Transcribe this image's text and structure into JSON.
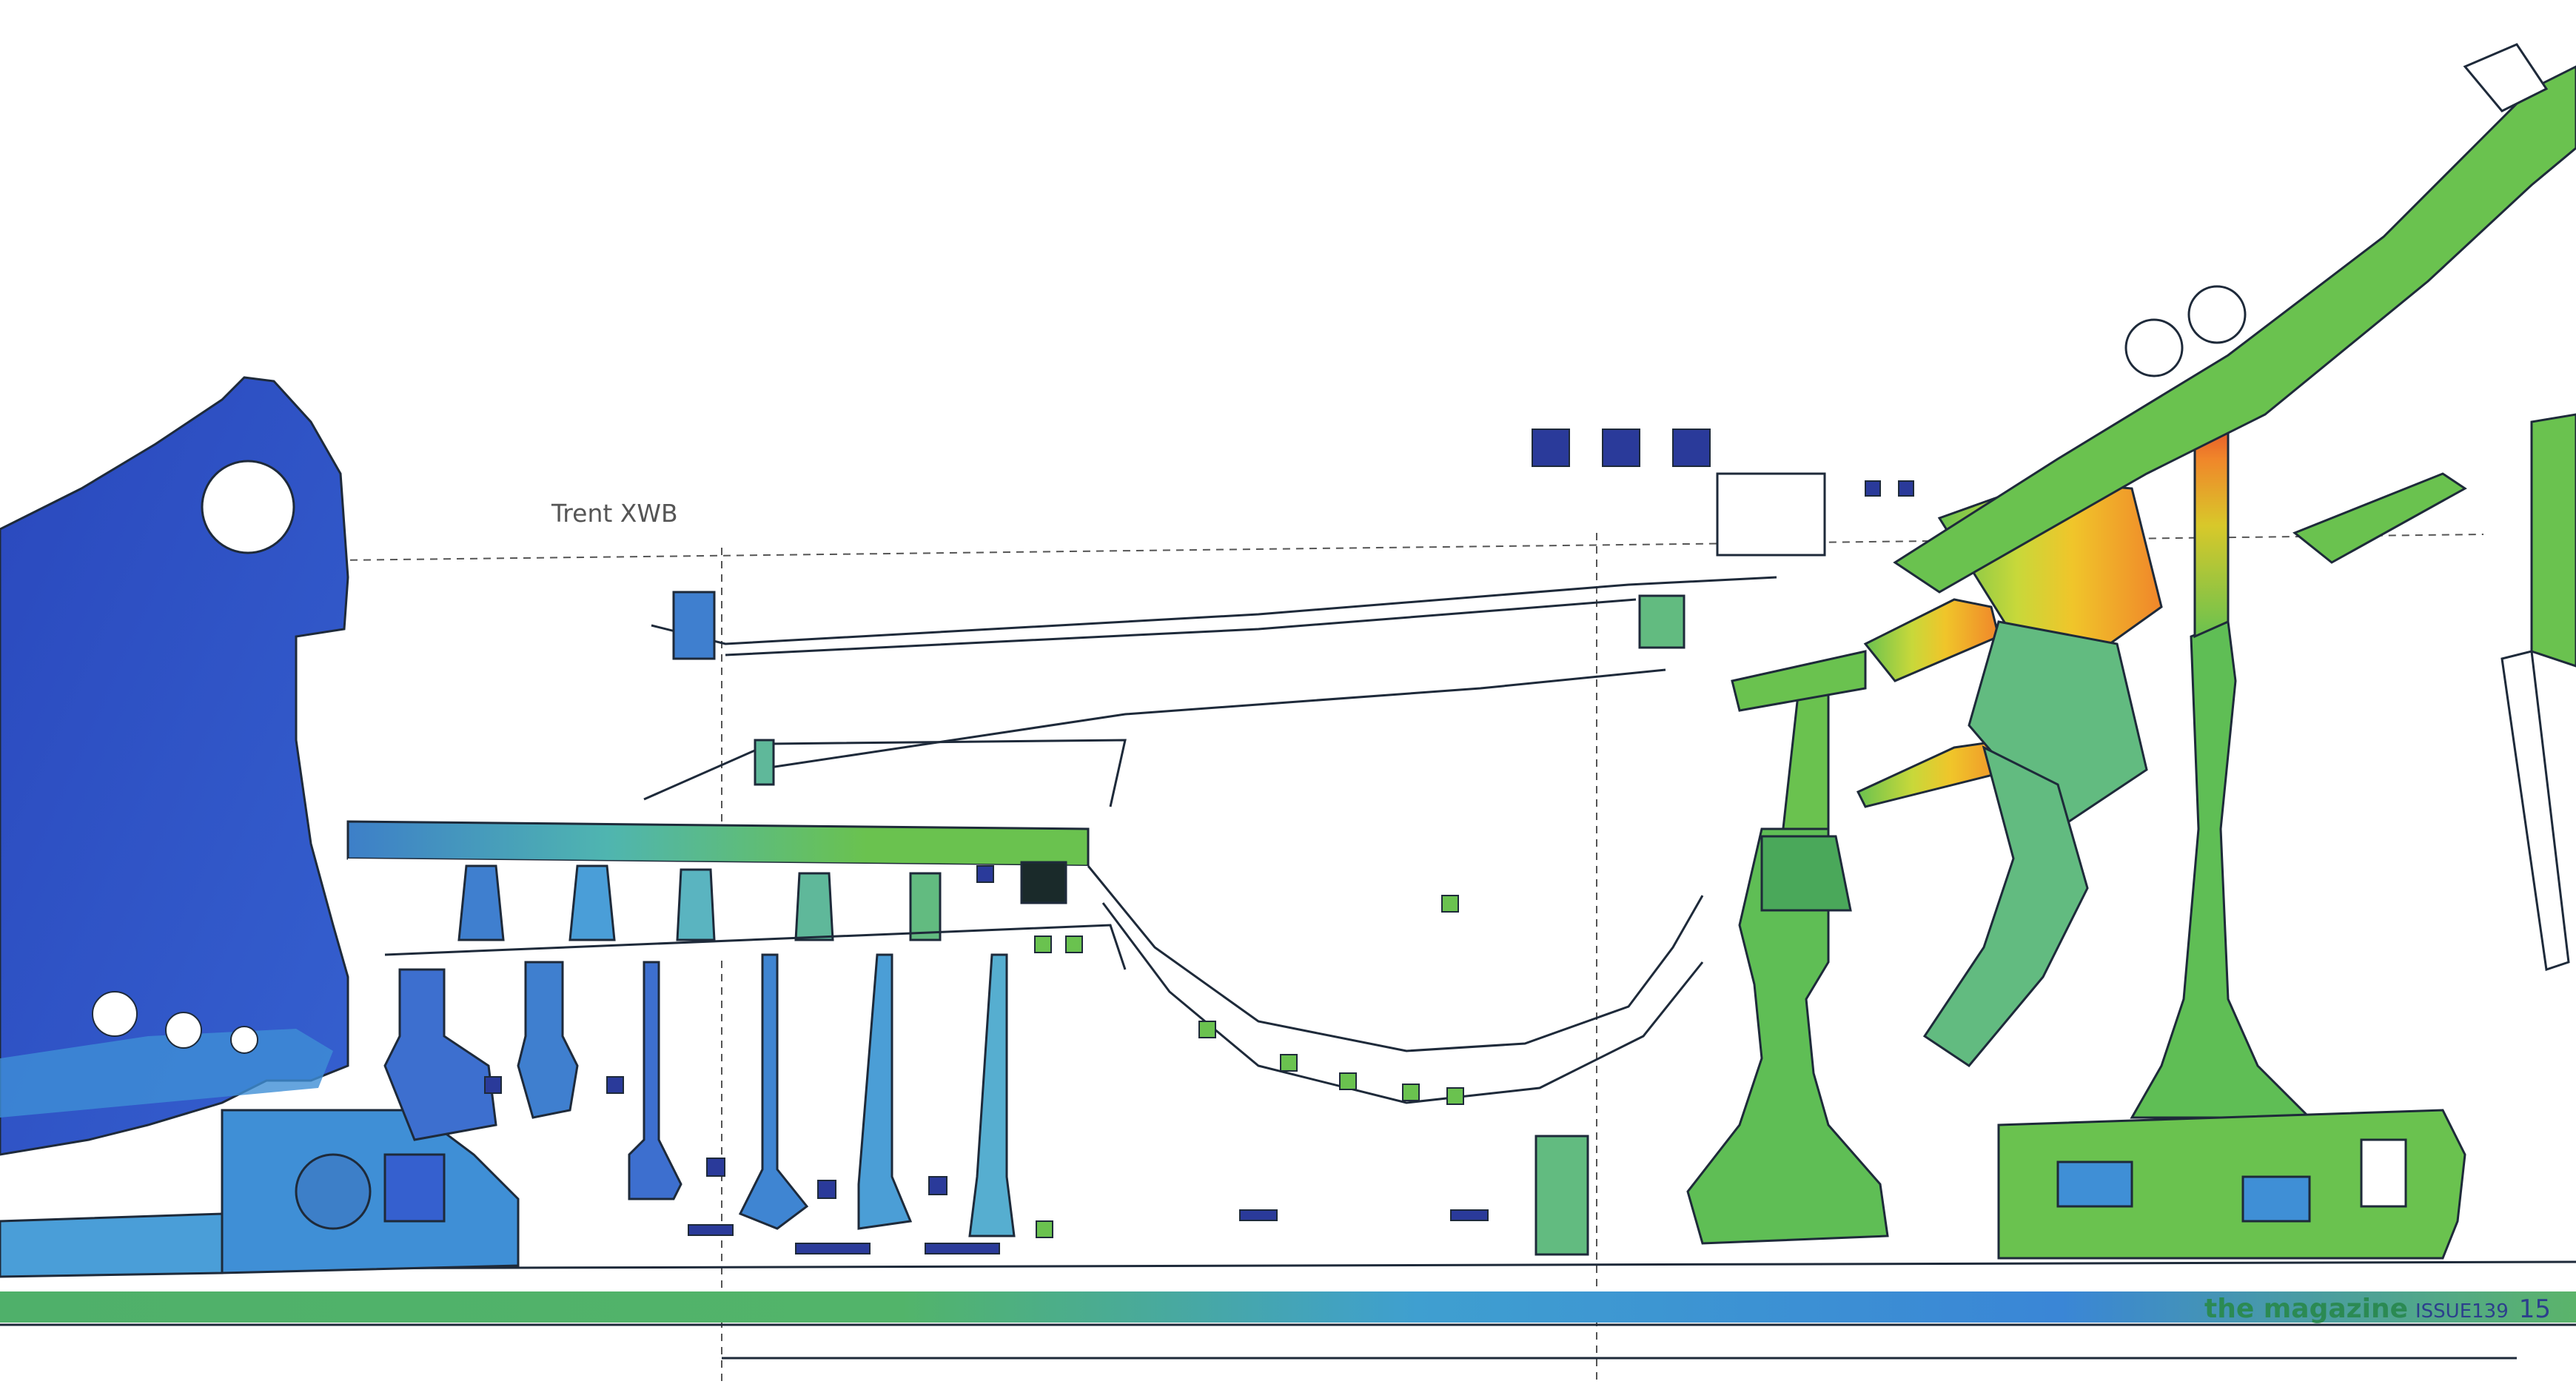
{
  "diagram": {
    "title": "Trent XWB"
  },
  "footer": {
    "magazine": "the magazine",
    "issue": "ISSUE139",
    "page": "15"
  },
  "colors": {
    "cold": "#2d4fc0",
    "cool": "#3f8fd6",
    "mid": "#5fb89a",
    "warm": "#6ac24f",
    "hot_yellow": "#e6d52a",
    "hot_orange": "#f0862a",
    "hot_red": "#e2452a",
    "outline": "#1e2a3a",
    "dash": "#555555"
  },
  "icons": {
    "fan": "fan-casing",
    "compressor": "compressor-blades",
    "combustor": "combustor",
    "turbine": "turbine-disc"
  }
}
